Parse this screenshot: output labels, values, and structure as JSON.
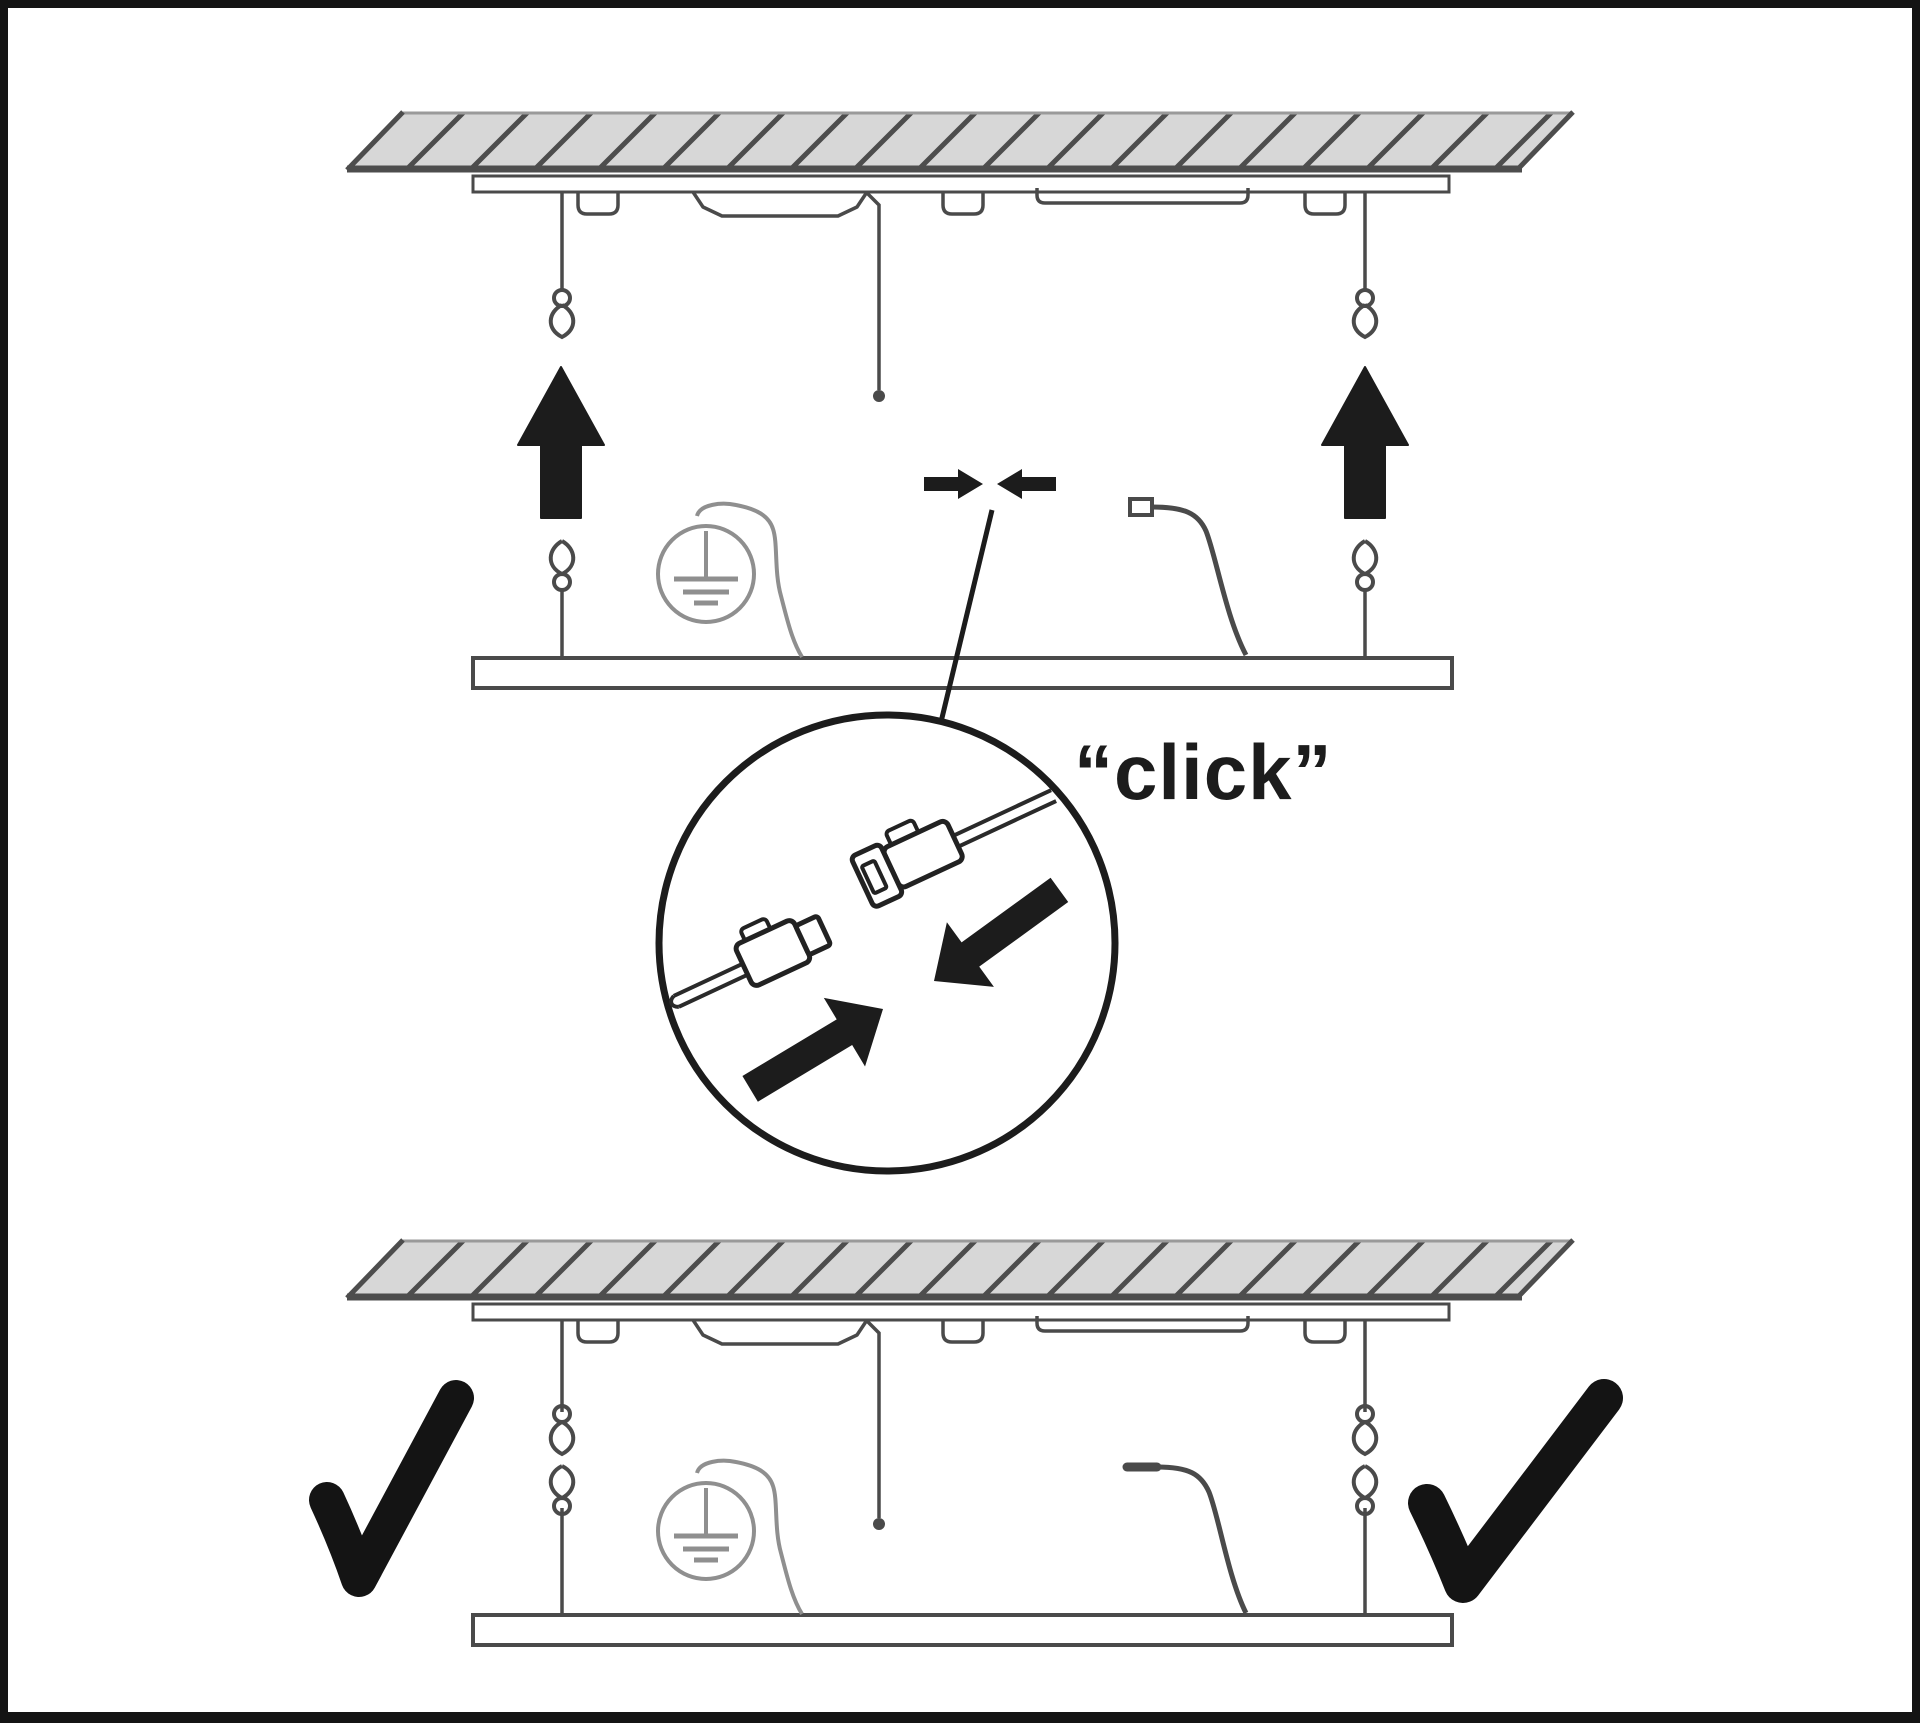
{
  "figure": {
    "kind": "luminaire-installation-diagram",
    "detail_callout": {
      "label": "“click”"
    },
    "marks": {
      "lift_arrow_count": 2,
      "press_arrow_count": 2,
      "checkmark_count": 2
    },
    "colors": {
      "background": "#ffffff",
      "frame": "#141414",
      "line_dark": "#1c1c1c",
      "line_medium": "#4a4a4a",
      "line_light": "#8f8f8f",
      "ceiling_fill": "#d7d7d7",
      "hatch_stroke": "#4d4d4d"
    },
    "legend": {
      "ceiling": "hatched ceiling slab",
      "rail": "mounting rail with clips",
      "wire": "suspension wire with eyelet hooks",
      "ground": "protective-earth symbol with cable",
      "detail": "connector coupling magnified, snaps with a click",
      "result": "correctly installed, checkmarks"
    }
  }
}
